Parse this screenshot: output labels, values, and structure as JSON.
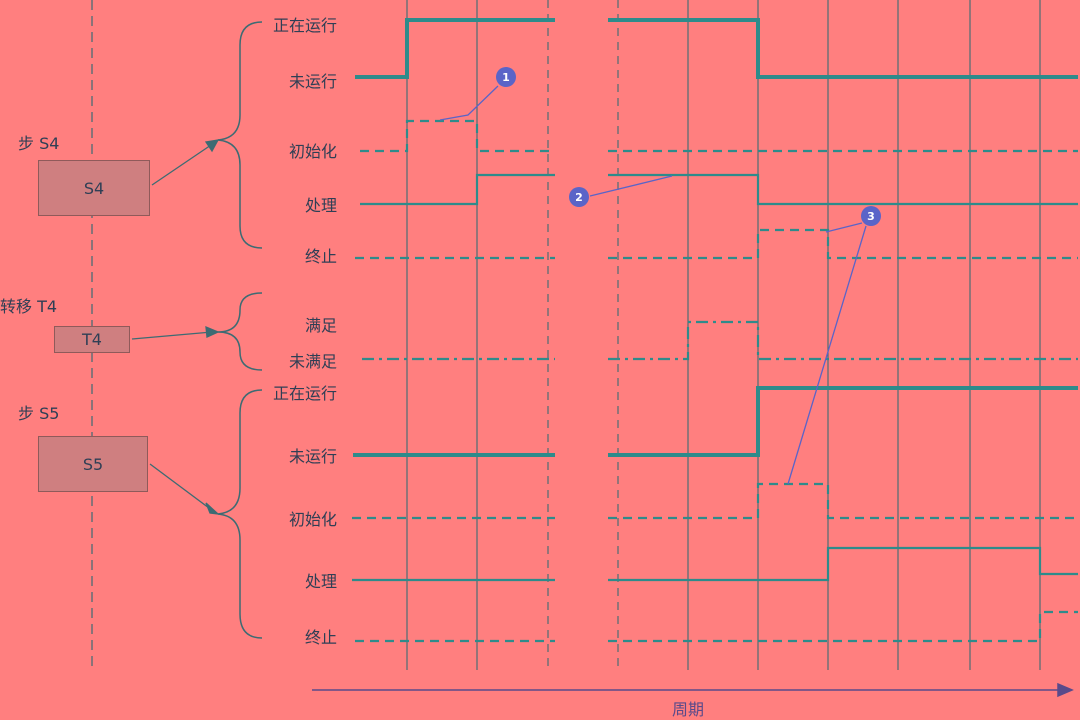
{
  "steps": {
    "s4": {
      "caption": "步  S4",
      "box": "S4"
    },
    "t4": {
      "caption": "转移  T4",
      "box": "T4"
    },
    "s5": {
      "caption": "步  S5",
      "box": "S5"
    }
  },
  "state_labels": {
    "running": "正在运行",
    "not_running": "未运行",
    "init": "初始化",
    "process": "处理",
    "terminate": "终止",
    "satisfied": "满足",
    "not_satisfied": "未满足"
  },
  "markers": [
    "1",
    "2",
    "3"
  ],
  "time_axis_label": "周期",
  "colors": {
    "background": "#ff7f7f",
    "signal": "#2e8b8b",
    "grid": "#3d6b73",
    "marker": "#5a64c8",
    "text": "#2f3f55"
  }
}
